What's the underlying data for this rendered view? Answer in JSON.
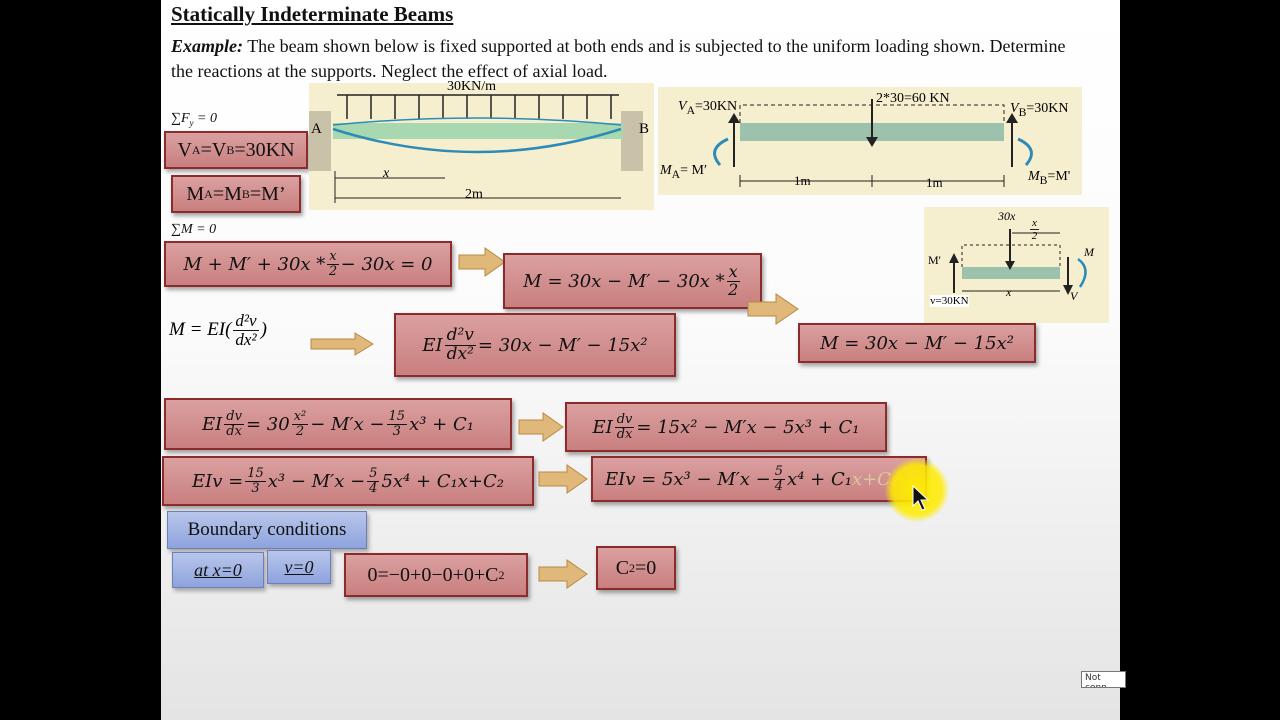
{
  "slide": {
    "title": "Statically Indeterminate Beams",
    "example_label": "Example:",
    "example_text": "The beam shown below is fixed supported at both ends and is subjected to the uniform loading shown. Determine the reactions at the supports. Neglect the effect of axial load.",
    "sum_fy": "∑F",
    "sum_fy_sub": "y",
    "sum_fy_eq": " = 0",
    "sum_m": "∑M = 0",
    "va_vb": "V",
    "va_vb_rest": "=30KN",
    "ma_mb_rest": "=M’",
    "eq1_lhs": "M + M′ + 30x * ",
    "eq1_rhs": " − 30x = 0",
    "eq2": "M = 30x  − M′ − 30x * ",
    "eq3": "M = 30x  − M′ − 15x²",
    "eq_ei_lhs": "M = EI(",
    "eq4_rhs": " = 30x  − M′ − 15x²",
    "eq5_rhs": " = 30",
    "eq5_tail": " − M′x − ",
    "eq5_end": "x³ + C₁",
    "eq6_rhs": " = 15x²  − M′x − 5x³ + C₁",
    "eq7_lhs": "EIv = ",
    "eq7_mid": "x³  − M′x − ",
    "eq7_end": "5x⁴ + C₁x+C₂",
    "eq8_lhs": "EIv = 5x³  − M′x − ",
    "eq8_end": "x⁴ + C₁",
    "eq8_faded": "x+C₂",
    "boundary_label": "Boundary conditions",
    "at_x0": "at  x=0",
    "v0": "v=0",
    "eq9": "0=−0+0−0+0+C",
    "eq10": "C",
    "eq10_rest": "=0"
  },
  "figure1": {
    "load": "30KN/m",
    "left": "A",
    "right": "B",
    "x": "x",
    "span": "2m"
  },
  "figure2": {
    "va": "V",
    "va_val": "=30KN",
    "vb_val": "=30KN",
    "load": "2*30=60 KN",
    "ma": "M",
    "ma_rest": "= M′",
    "mb_rest": "=M'",
    "seg1": "1m",
    "seg2": "1m"
  },
  "figure3": {
    "load": "30x",
    "half_num": "x",
    "half_den": "2",
    "m_left": "M'",
    "m_right": "M",
    "v_right": "V",
    "v_left": "v=30KN",
    "x": "x"
  },
  "tooltip": "Not conn"
}
